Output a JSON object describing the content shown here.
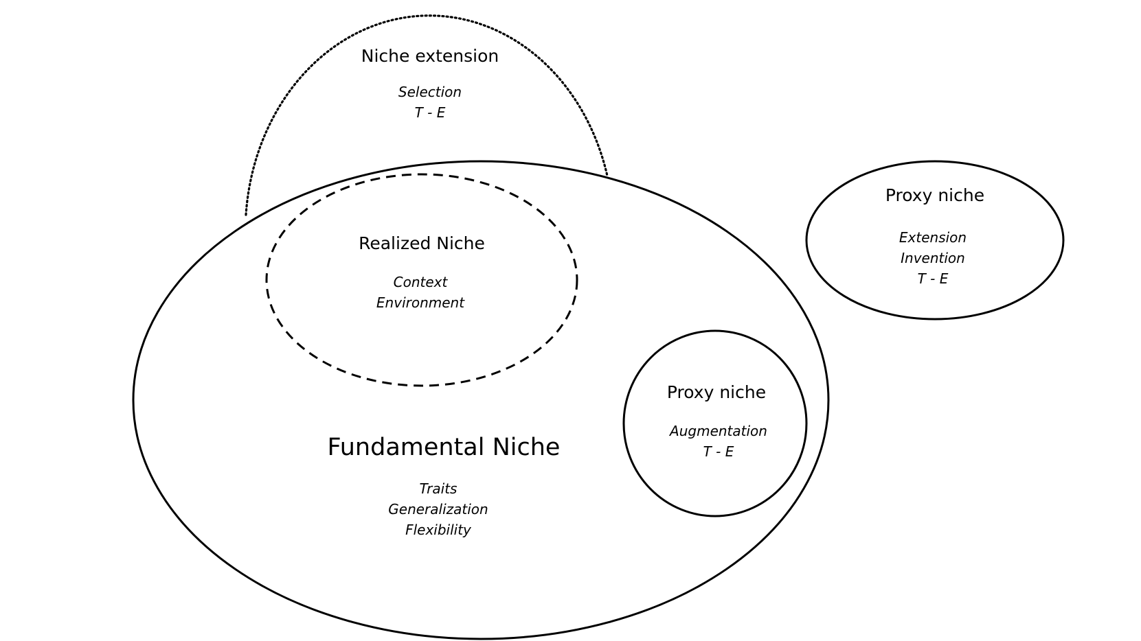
{
  "niche_extension": {
    "title": "Niche extension",
    "line1": "Selection",
    "line2": "T - E"
  },
  "fundamental_niche": {
    "title": "Fundamental Niche",
    "line1": "Traits",
    "line2": "Generalization",
    "line3": "Flexibility"
  },
  "realized_niche": {
    "title": "Realized Niche",
    "line1": "Context",
    "line2": "Environment"
  },
  "proxy_niche_inner": {
    "title": "Proxy niche",
    "line1": "Augmentation",
    "line2": "T - E"
  },
  "proxy_niche_outer": {
    "title": "Proxy niche",
    "line1": "Extension",
    "line2": "Invention",
    "line3": "T - E"
  },
  "colors": {
    "stroke": "#000000",
    "background": "#ffffff"
  }
}
